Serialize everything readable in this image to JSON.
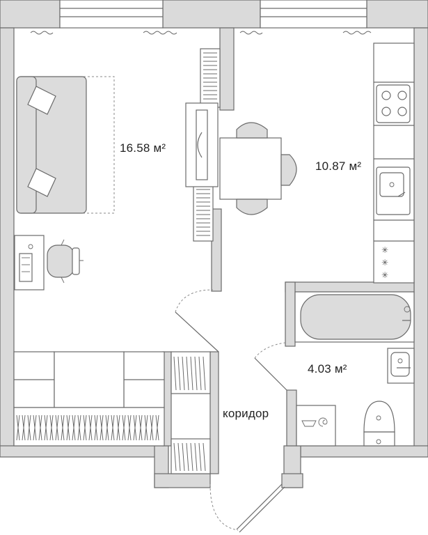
{
  "plan": {
    "rooms": [
      {
        "id": "living",
        "area": "16.58",
        "unit": "м²"
      },
      {
        "id": "kitchen",
        "area": "10.87",
        "unit": "м²"
      },
      {
        "id": "bathroom",
        "area": "4.03",
        "unit": "м²"
      },
      {
        "id": "corridor",
        "label": "коридор"
      }
    ]
  }
}
